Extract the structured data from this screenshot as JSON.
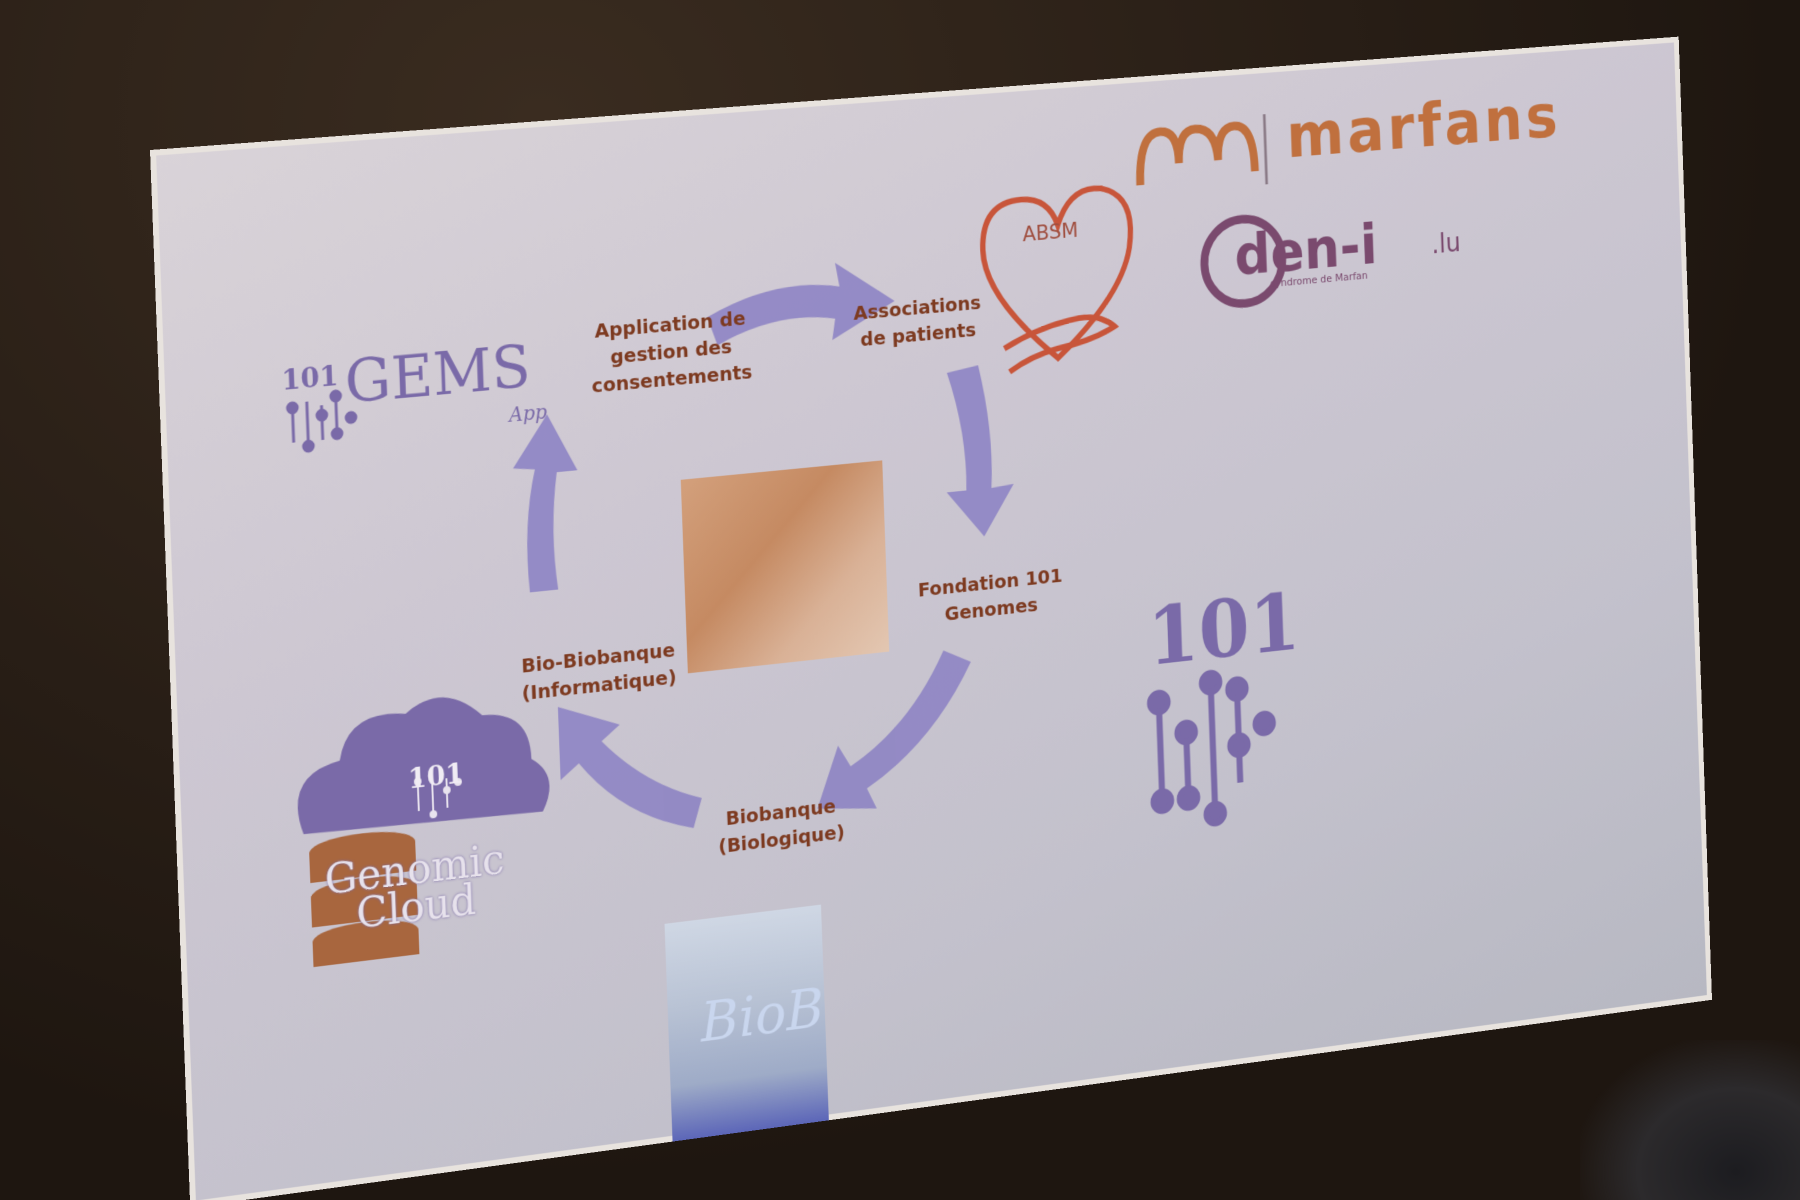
{
  "slide": {
    "nodes": {
      "consent_app": "Application de\ngestion des\nconsentements",
      "patient_assoc": "Associations\nde patients",
      "foundation": "Fondation 101\nGenomes",
      "biobank_bio": "Biobanque\n(Biologique)",
      "biobank_info": "Bio-Biobanque\n(Informatique)"
    },
    "logos": {
      "marfans": "marfans",
      "gems_prefix": "101",
      "gems": "GEMS",
      "gems_suffix": "App",
      "absm": "ABSM",
      "deni": "den-i",
      "deni_tld": ".lu",
      "deni_subtitle": "syndrome de Marfan",
      "foundation_101": "101",
      "cloud_101": "101",
      "genomic_cloud": "Genomic\nCloud",
      "biob": "BioB"
    },
    "colors": {
      "arrow": "#8f86c4",
      "accent_orange": "#c0703e",
      "accent_purple": "#7a6aa8",
      "label_brown": "#8b4526"
    }
  }
}
